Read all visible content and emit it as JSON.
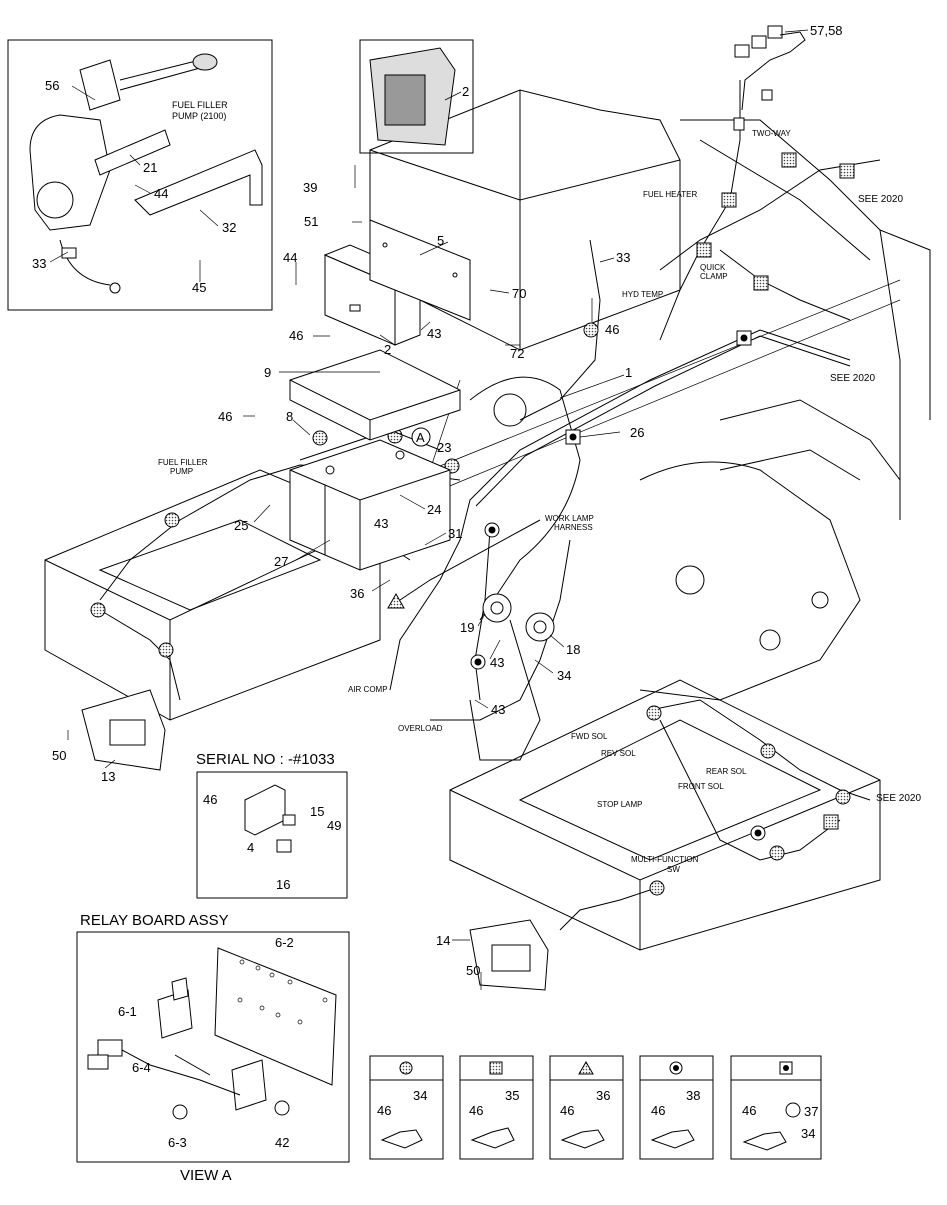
{
  "callouts": {
    "c56": "56",
    "c21": "21",
    "c44a": "44",
    "c32": "32",
    "c33a": "33",
    "c45": "45",
    "c2a": "2",
    "c39": "39",
    "c51": "51",
    "c5": "5",
    "c44b": "44",
    "c46a": "46",
    "c2b": "2",
    "c43a": "43",
    "c70": "70",
    "c33b": "33",
    "c46b": "46",
    "c72": "72",
    "c9": "9",
    "c46c": "46",
    "c8": "8",
    "c23": "23",
    "c1": "1",
    "c26": "26",
    "c25": "25",
    "c24": "24",
    "c43b": "43",
    "c27": "27",
    "c31": "31",
    "c36": "36",
    "c19": "19",
    "c18": "18",
    "c43c": "43",
    "c34a": "34",
    "c43d": "43",
    "c50a": "50",
    "c13": "13",
    "c57_58": "57,58",
    "c14": "14",
    "c50b": "50",
    "cA": "A"
  },
  "labels": {
    "fuel_filler_pump_2100_l1": "FUEL FILLER",
    "fuel_filler_pump_2100_l2": "PUMP (2100)",
    "fuel_filler_pump_l1": "FUEL FILLER",
    "fuel_filler_pump_l2": "PUMP",
    "two_way": "TWO-WAY",
    "fuel_heater": "FUEL HEATER",
    "see2020_a": "SEE 2020",
    "see2020_b": "SEE 2020",
    "see2020_c": "SEE 2020",
    "quick_clamp_l1": "QUICK",
    "quick_clamp_l2": "CLAMP",
    "hyd_temp": "HYD TEMP",
    "work_lamp_l1": "WORK LAMP",
    "work_lamp_l2": "HARNESS",
    "air_comp": "AIR COMP",
    "overload": "OVERLOAD",
    "fwd_sol": "FWD SOL",
    "rev_sol": "REV SOL",
    "rear_sol": "REAR SOL",
    "front_sol": "FRONT SOL",
    "stop_lamp": "STOP LAMP",
    "multi_function_l1": "MULTI-FUNCTION",
    "multi_function_l2": "SW"
  },
  "serial_box": {
    "title": "SERIAL NO : -#1033",
    "c46": "46",
    "c15": "15",
    "c49": "49",
    "c4": "4",
    "c16": "16"
  },
  "relay_box": {
    "title": "RELAY BOARD ASSY",
    "view": "VIEW A",
    "c6_2": "6-2",
    "c6_1": "6-1",
    "c6_4": "6-4",
    "c6_3": "6-3",
    "c42": "42"
  },
  "legend": [
    {
      "symbol": "dotted-circle",
      "n1": "46",
      "n2": "34"
    },
    {
      "symbol": "dotted-square",
      "n1": "46",
      "n2": "35"
    },
    {
      "symbol": "triangle",
      "n1": "46",
      "n2": "36"
    },
    {
      "symbol": "filled-dot-circle",
      "n1": "46",
      "n2": "38"
    },
    {
      "symbol": "filled-dot-square",
      "n1": "46",
      "n2": "37",
      "n3": "34"
    }
  ]
}
